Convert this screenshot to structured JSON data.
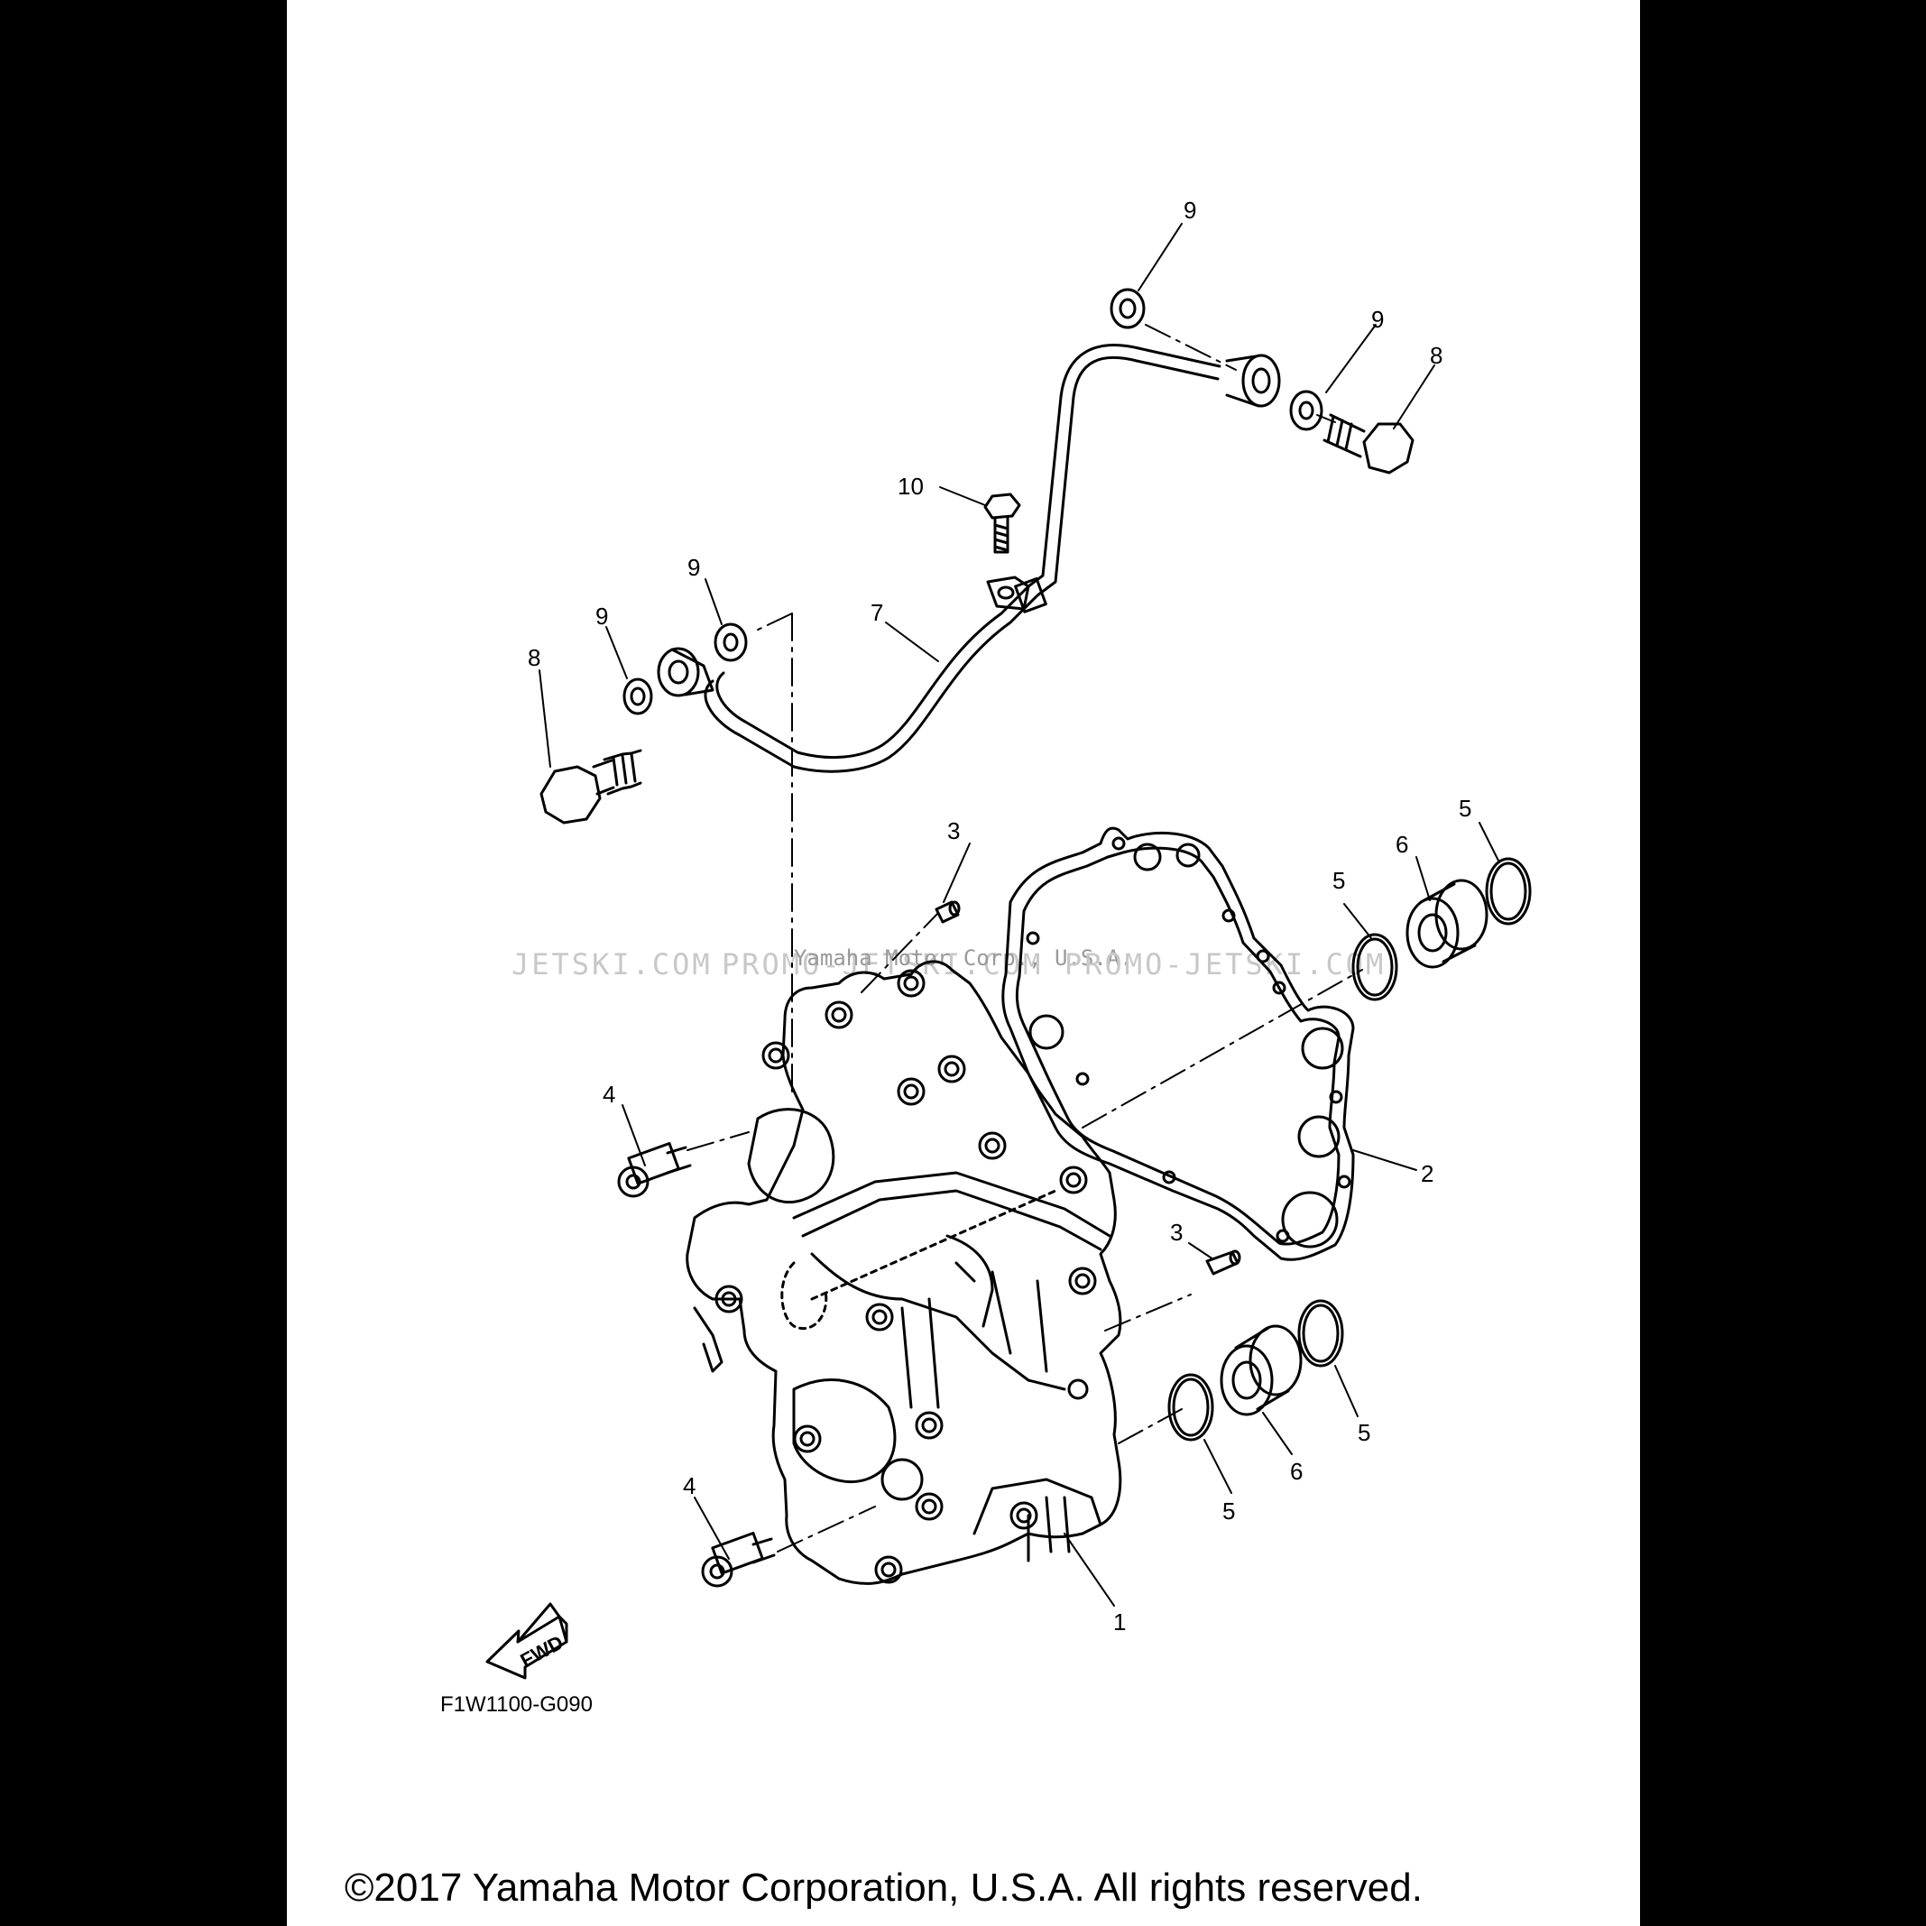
{
  "watermark": {
    "left": "JETSKI.COM",
    "center": "PROMO-JETSKI.COM",
    "overlay": "Yamaha Motor Corp., U.S.A.",
    "right": "PROMO-JETSKI.COM"
  },
  "callouts": {
    "c1": "1",
    "c2": "2",
    "c3a": "3",
    "c3b": "3",
    "c4a": "4",
    "c4b": "4",
    "c5a": "5",
    "c5b": "5",
    "c5c": "5",
    "c5d": "5",
    "c6a": "6",
    "c6b": "6",
    "c7": "7",
    "c8a": "8",
    "c8b": "8",
    "c9a": "9",
    "c9b": "9",
    "c9c": "9",
    "c9d": "9",
    "c10": "10"
  },
  "fwd_label": "FWD",
  "diagram_code": "F1W1100-G090",
  "copyright": "©2017 Yamaha Motor Corporation, U.S.A. All rights reserved."
}
